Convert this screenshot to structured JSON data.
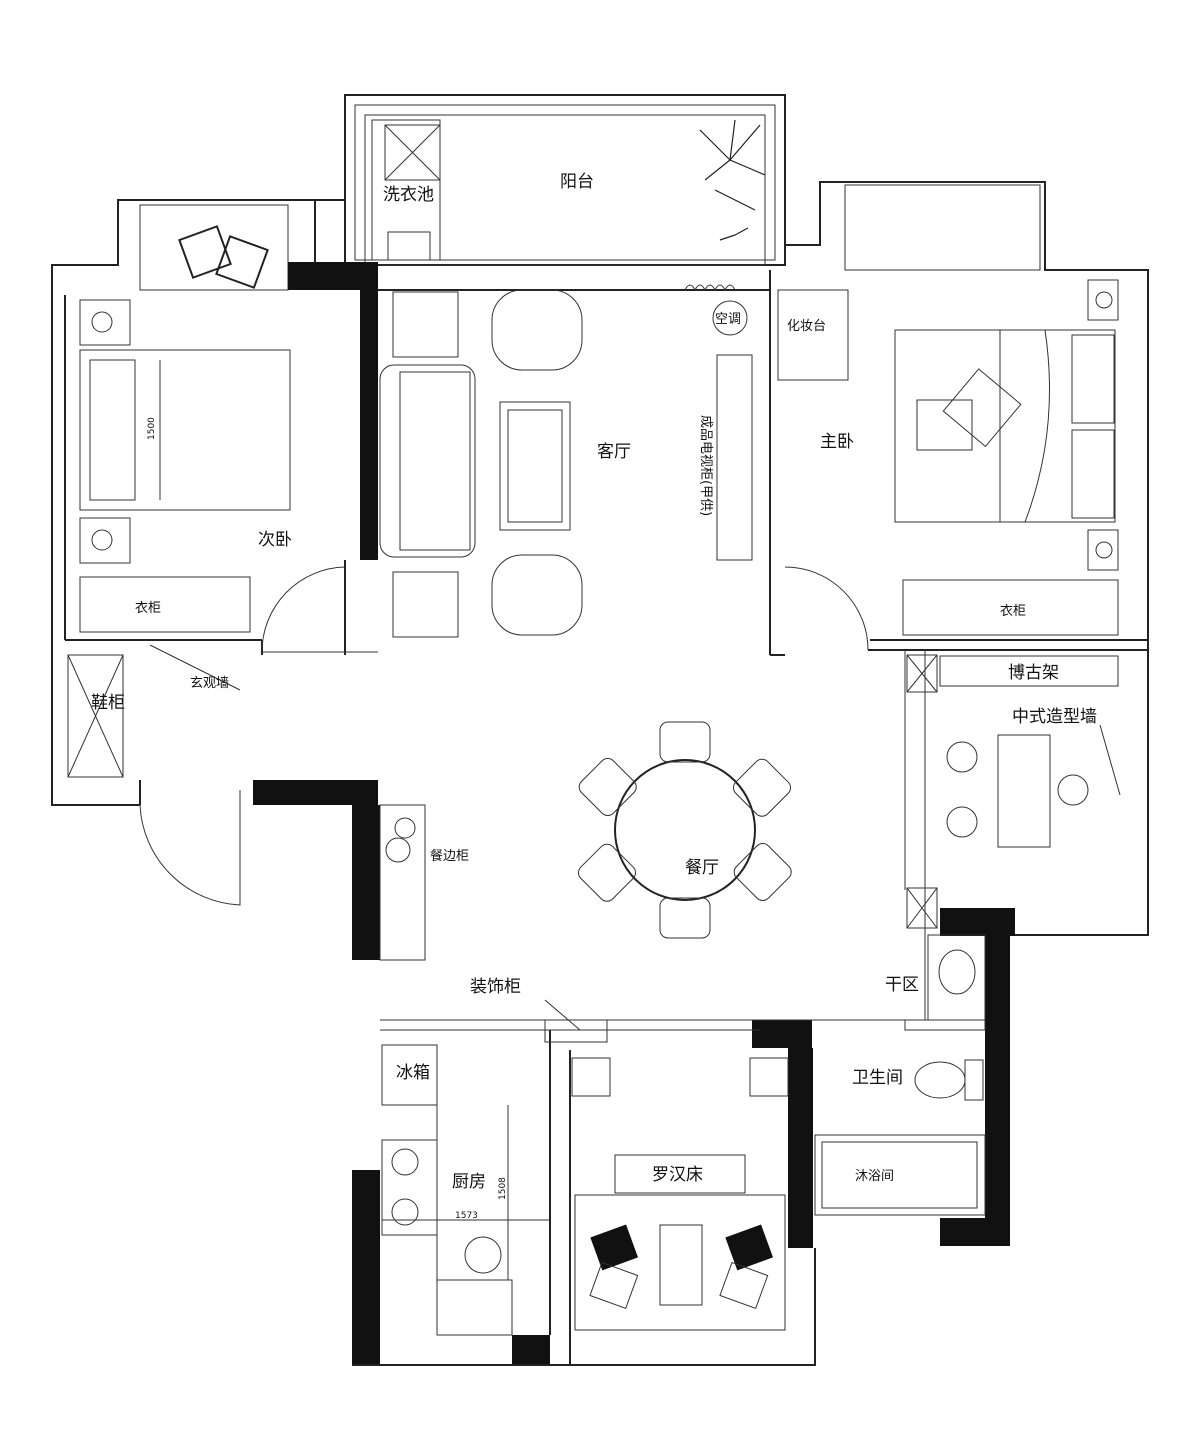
{
  "rooms": {
    "balcony": "阳台",
    "laundry_sink": "洗衣池",
    "air_conditioner": "空调",
    "vanity": "化妆台",
    "living_room": "客厅",
    "tv_cabinet": "成品电视柜(甲供)",
    "master_bedroom": "主卧",
    "second_bedroom": "次卧",
    "wardrobe_left": "衣柜",
    "wardrobe_right": "衣柜",
    "entry_wall": "玄观墙",
    "shoe_cabinet": "鞋柜",
    "curio_shelf": "博古架",
    "chinese_wall": "中式造型墙",
    "sideboard": "餐边柜",
    "dining_room": "餐厅",
    "dry_area": "干区",
    "decor_cabinet": "装饰柜",
    "fridge": "冰箱",
    "kitchen": "厨房",
    "bathroom": "卫生间",
    "shower": "沐浴间",
    "luohan_bed": "罗汉床"
  },
  "dimensions": {
    "bed_width": "1500",
    "kitchen_width": "1573",
    "kitchen_depth": "1508"
  }
}
